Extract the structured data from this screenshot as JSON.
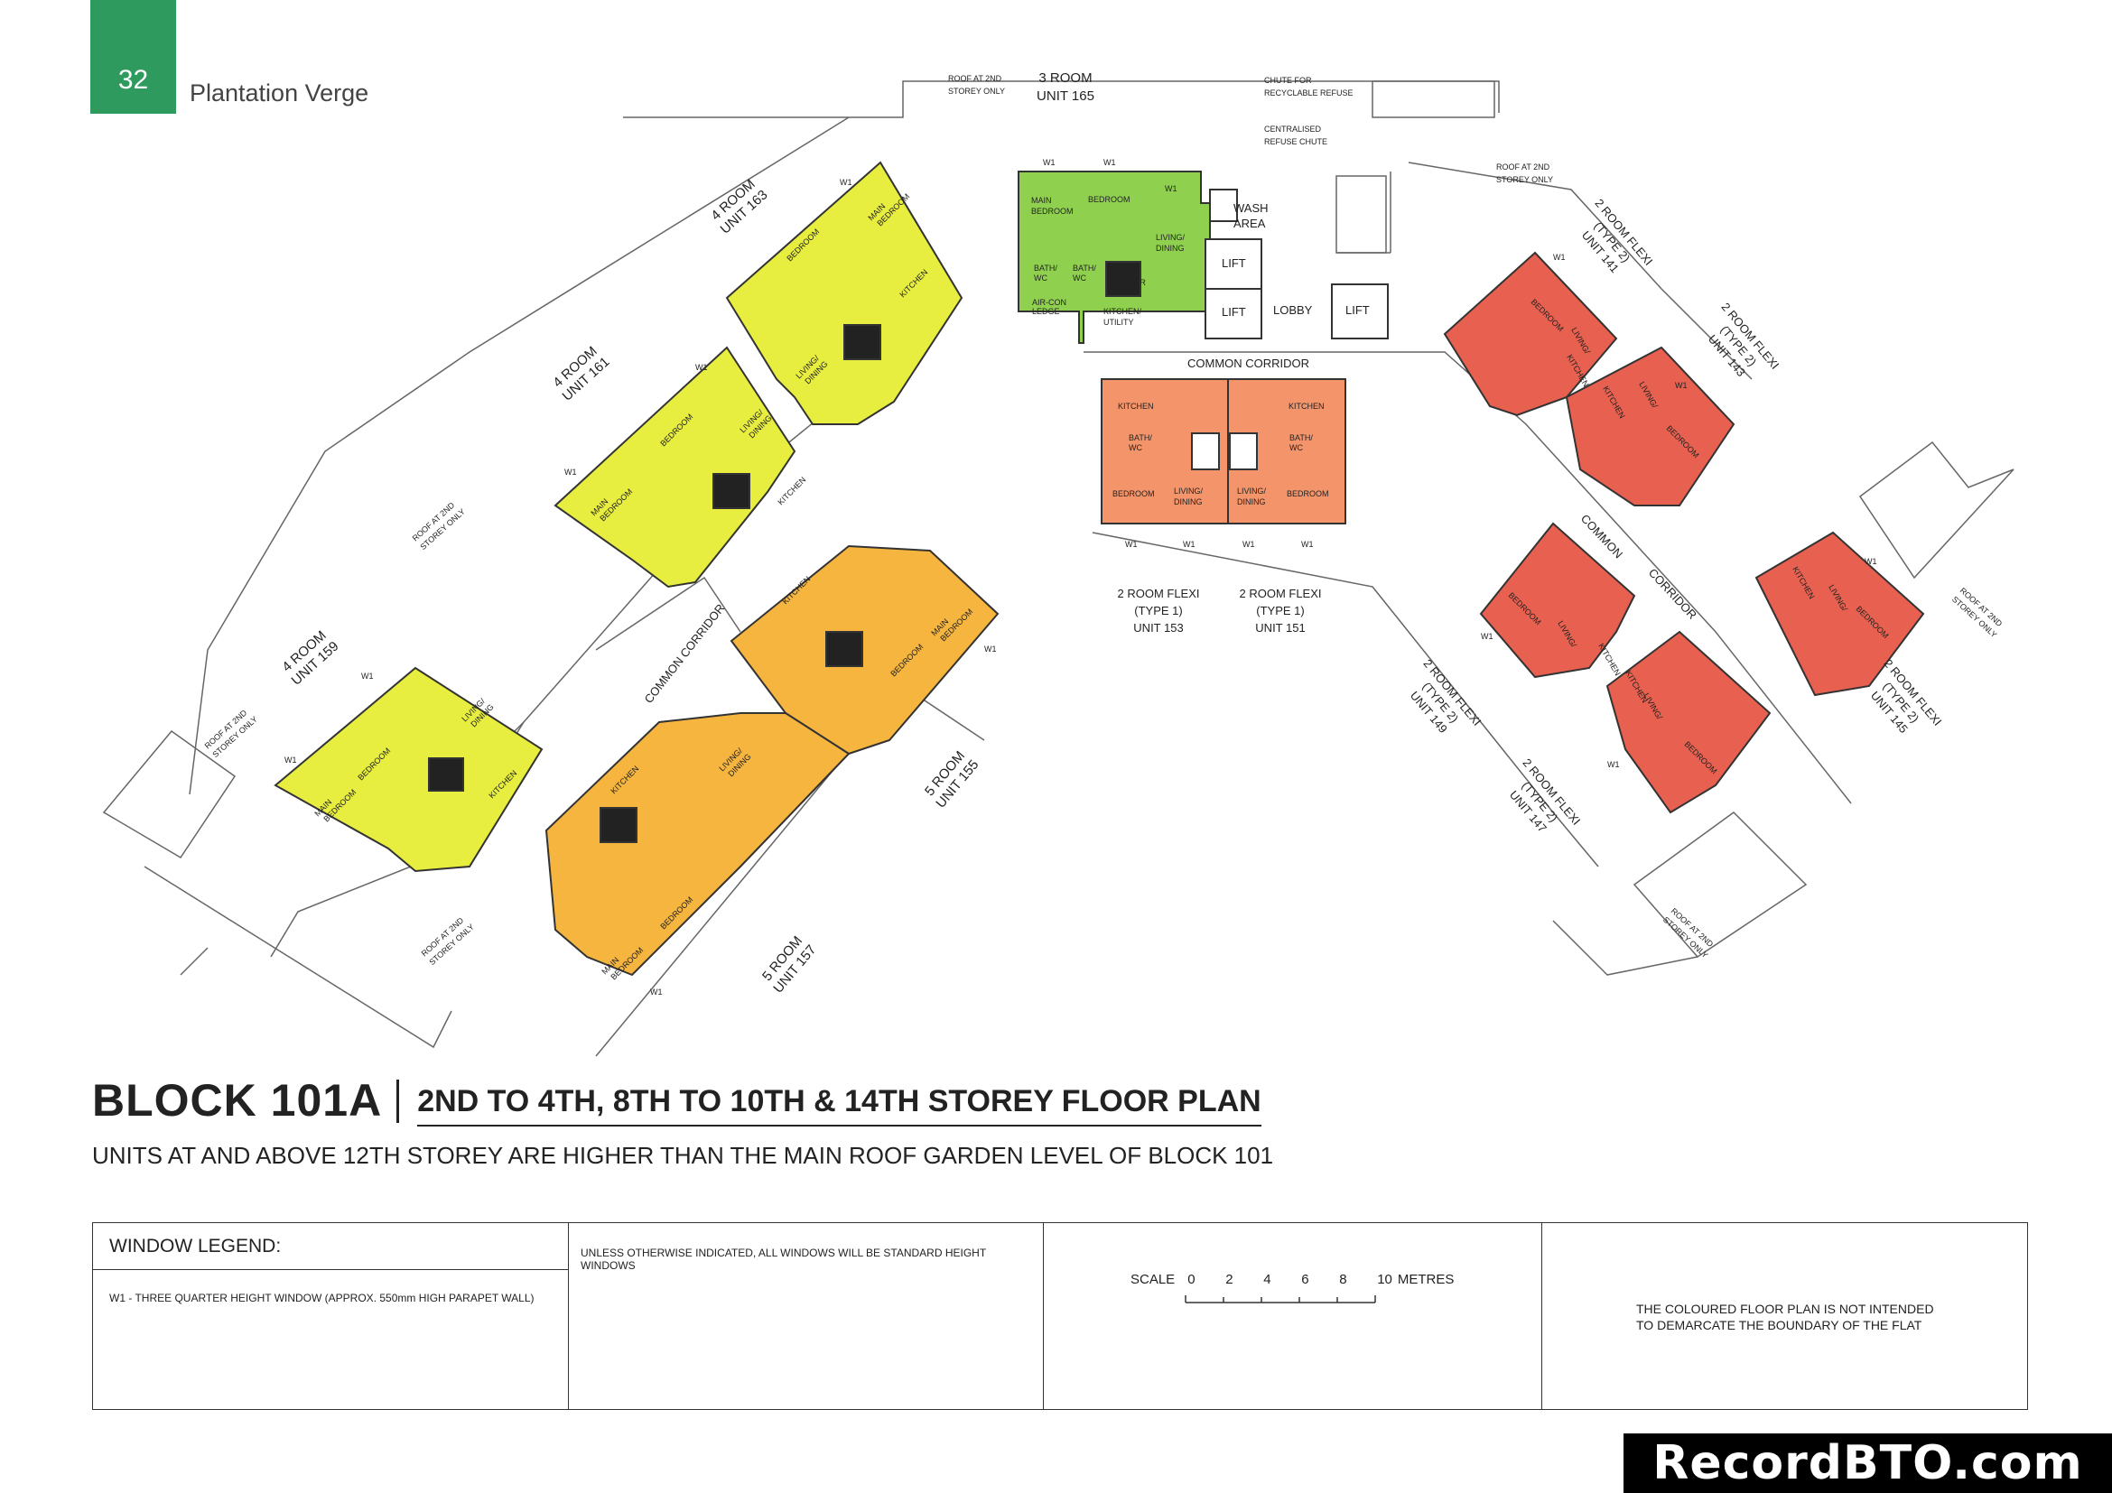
{
  "header": {
    "page_number": "32",
    "project": "Plantation Verge"
  },
  "title": {
    "block": "BLOCK  101A",
    "subtitle": "2ND TO 4TH, 8TH TO 10TH & 14TH STOREY FLOOR PLAN",
    "note": "UNITS AT AND ABOVE 12TH STOREY ARE HIGHER THAN THE MAIN ROOF GARDEN LEVEL OF BLOCK 101"
  },
  "colors": {
    "room3": "#8fd14f",
    "room4": "#e8ee3f",
    "room5": "#f5b53f",
    "flexi1": "#f4946a",
    "flexi2": "#e8604f",
    "accent": "#2e9a5e"
  },
  "units": {
    "u165": [
      "3 ROOM",
      "UNIT 165"
    ],
    "u163": [
      "4 ROOM",
      "UNIT 163"
    ],
    "u161": [
      "4 ROOM",
      "UNIT 161"
    ],
    "u159": [
      "4 ROOM",
      "UNIT 159"
    ],
    "u155": [
      "5 ROOM",
      "UNIT 155"
    ],
    "u157": [
      "5 ROOM",
      "UNIT 157"
    ],
    "u153": [
      "2 ROOM FLEXI",
      "(TYPE 1)",
      "UNIT 153"
    ],
    "u151": [
      "2 ROOM FLEXI",
      "(TYPE 1)",
      "UNIT 151"
    ],
    "u141": [
      "2 ROOM FLEXI",
      "(TYPE 2)",
      "UNIT 141"
    ],
    "u143": [
      "2 ROOM FLEXI",
      "(TYPE 2)",
      "UNIT 143"
    ],
    "u149": [
      "2 ROOM FLEXI",
      "(TYPE 2)",
      "UNIT 149"
    ],
    "u147": [
      "2 ROOM FLEXI",
      "(TYPE 2)",
      "UNIT 147"
    ],
    "u145": [
      "2 ROOM FLEXI",
      "(TYPE 2)",
      "UNIT 145"
    ]
  },
  "plan_labels": {
    "roof_2nd": [
      "ROOF AT 2ND",
      "STOREY ONLY"
    ],
    "chute_recyclable": [
      "CHUTE FOR",
      "RECYCLABLE REFUSE"
    ],
    "chute_centralised": [
      "CENTRALISED",
      "REFUSE CHUTE"
    ],
    "wash_area": [
      "WASH",
      "AREA"
    ],
    "lift": "LIFT",
    "lobby": "LOBBY",
    "common_corridor": "COMMON CORRIDOR",
    "common": "COMMON",
    "corridor": "CORRIDOR",
    "window": "W1",
    "rooms": {
      "main_bedroom": [
        "MAIN",
        "BEDROOM"
      ],
      "bedroom": "BEDROOM",
      "living_dining": [
        "LIVING/",
        "DINING"
      ],
      "kitchen": "KITCHEN",
      "kitchen_utility": [
        "KITCHEN/",
        "UTILITY"
      ],
      "bath_wc": [
        "BATH/",
        "WC"
      ],
      "household_shelter": [
        "HOUSE-",
        "HOLD",
        "SHELTER"
      ],
      "aircon_ledge": [
        "AIR-CON",
        "LEDGE"
      ]
    }
  },
  "legend": {
    "heading": "WINDOW LEGEND:",
    "w1": "W1 -  THREE QUARTER HEIGHT WINDOW (APPROX. 550mm HIGH PARAPET WALL)",
    "standard": "UNLESS OTHERWISE INDICATED,  ALL WINDOWS WILL BE STANDARD HEIGHT WINDOWS",
    "scale_label": "SCALE",
    "scale_ticks": [
      "0",
      "2",
      "4",
      "6",
      "8",
      "10"
    ],
    "scale_unit": "METRES",
    "disclaimer": [
      "THE COLOURED FLOOR PLAN IS NOT INTENDED",
      "TO DEMARCATE THE BOUNDARY OF THE FLAT"
    ]
  },
  "watermark": "RecordBTO.com"
}
